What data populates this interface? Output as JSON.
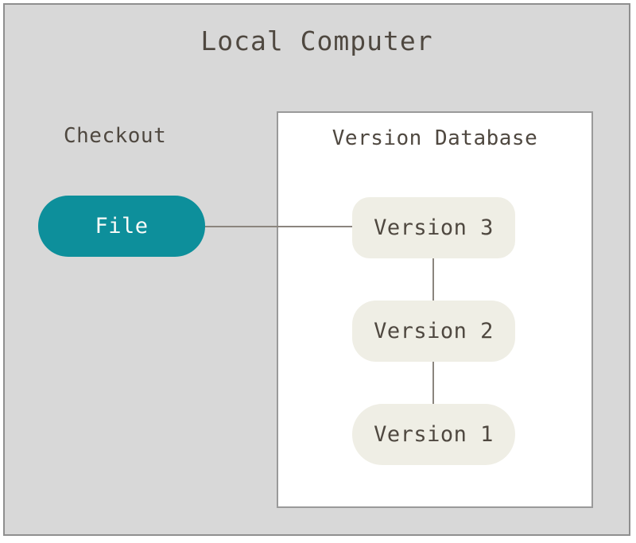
{
  "diagram": {
    "outer": {
      "title": "Local Computer",
      "bg_color": "#d8d8d8",
      "border_color": "#8f8f8f"
    },
    "checkout": {
      "label": "Checkout"
    },
    "version_database": {
      "title": "Version Database",
      "bg_color": "#ffffff",
      "border_color": "#9a9a9a"
    },
    "nodes": [
      {
        "id": "file",
        "label": "File",
        "fill": "#0d8f9b",
        "text_color": "#fbfbf8",
        "shape": "pill"
      },
      {
        "id": "version-3",
        "label": "Version 3",
        "fill": "#efeee5",
        "text_color": "#4f4840",
        "shape": "rounded-rect"
      },
      {
        "id": "version-2",
        "label": "Version 2",
        "fill": "#efeee5",
        "text_color": "#4f4840",
        "shape": "rounded-rect"
      },
      {
        "id": "version-1",
        "label": "Version 1",
        "fill": "#efeee5",
        "text_color": "#4f4840",
        "shape": "pill"
      }
    ],
    "connectors": [
      {
        "id": "file-to-version-3",
        "from": "file",
        "to": "version-3",
        "orientation": "horizontal",
        "color": "#8b857e"
      },
      {
        "id": "version-3-to-version-2",
        "from": "version-3",
        "to": "version-2",
        "orientation": "vertical",
        "color": "#8b857e"
      },
      {
        "id": "version-2-to-version-1",
        "from": "version-2",
        "to": "version-1",
        "orientation": "vertical",
        "color": "#8b857e"
      }
    ],
    "text_color": "#4f4840"
  }
}
